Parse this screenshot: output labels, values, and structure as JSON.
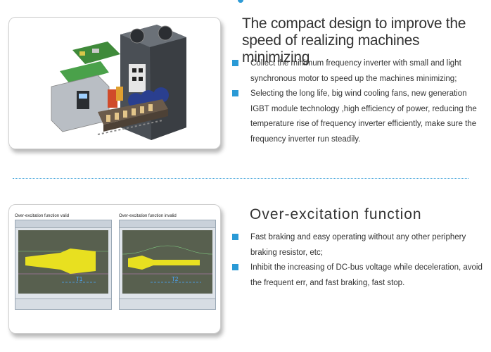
{
  "section1": {
    "title_line1": "The compact design to improve the",
    "title_line2": "speed of realizing machines minimizing",
    "bullets": [
      "Collect the minimum frequency inverter with small and light synchronous motor to speed up the machines minimizing;",
      "Selecting the long life, big wind cooling fans, new generation IGBT module technology ,high efficiency of power, reducing the temperature rise of frequency inverter efficiently, make sure the frequency inverter run steadily."
    ]
  },
  "section2": {
    "title": "Over-excitation function",
    "bullets": [
      "Fast braking and easy operating without any other periphery braking resistor, etc;",
      "Inhibit the increasing of DC-bus voltage while deceleration, avoid the frequent err, and fast braking, fast stop."
    ],
    "panels": [
      {
        "caption": "Over-excitation function valid",
        "marker": "T1"
      },
      {
        "caption": "Over-excitation function invalid",
        "marker": "T2"
      }
    ]
  },
  "colors": {
    "accent": "#2a9ad6",
    "waveform": "#e8e020",
    "screen": "#58604f"
  },
  "icons": [
    "bullet-square-icon"
  ]
}
